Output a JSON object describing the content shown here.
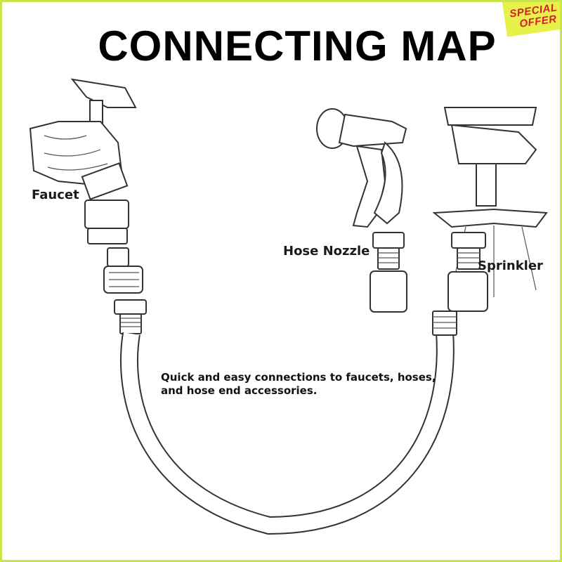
{
  "title": "CONNECTING MAP",
  "badge": {
    "line1": "SPECIAL",
    "line2": "OFFER"
  },
  "labels": {
    "faucet": "Faucet",
    "hose_nozzle": "Hose Nozzle",
    "sprinkler": "Sprinkler"
  },
  "caption": {
    "line1": "Quick and easy connections to faucets, hoses,",
    "line2": "and hose end accessories."
  },
  "colors": {
    "border": "#c8e64a",
    "badge_bg": "#e8f04a",
    "badge_text": "#d3202a"
  }
}
